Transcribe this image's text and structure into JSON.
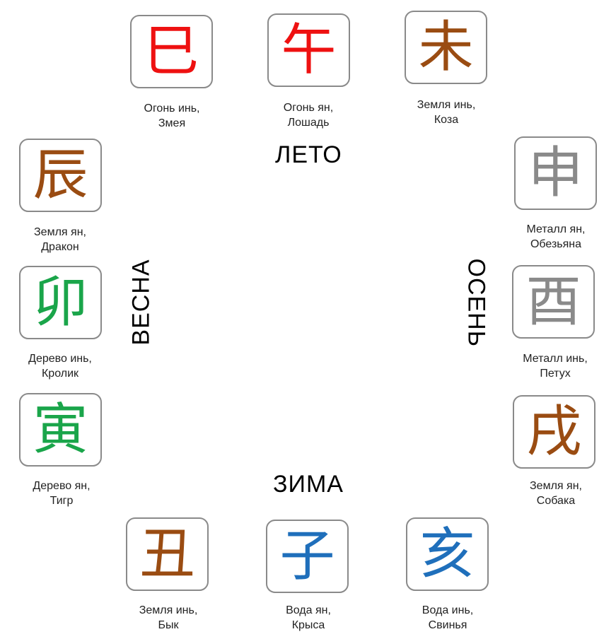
{
  "colors": {
    "fire": "#ee1111",
    "earth": "#9a4c12",
    "metal": "#8a8a8a",
    "wood": "#1aa54a",
    "water": "#1f6fbb",
    "border": "#8a8a8a"
  },
  "seasons": {
    "summer": "ЛЕТО",
    "autumn": "ОСЕНЬ",
    "winter": "ЗИМА",
    "spring": "ВЕСНА"
  },
  "branches": [
    {
      "id": "si",
      "glyph": "巳",
      "element": "fire",
      "line1": "Огонь инь,",
      "line2": "Змея"
    },
    {
      "id": "wu",
      "glyph": "午",
      "element": "fire",
      "line1": "Огонь ян,",
      "line2": "Лошадь"
    },
    {
      "id": "wei",
      "glyph": "未",
      "element": "earth",
      "line1": "Земля инь,",
      "line2": "Коза"
    },
    {
      "id": "shen",
      "glyph": "申",
      "element": "metal",
      "line1": "Металл ян,",
      "line2": "Обезьяна"
    },
    {
      "id": "you",
      "glyph": "酉",
      "element": "metal",
      "line1": "Металл инь,",
      "line2": "Петух"
    },
    {
      "id": "xu",
      "glyph": "戌",
      "element": "earth",
      "line1": "Земля ян,",
      "line2": "Собака"
    },
    {
      "id": "hai",
      "glyph": "亥",
      "element": "water",
      "line1": "Вода инь,",
      "line2": "Свинья"
    },
    {
      "id": "zi",
      "glyph": "子",
      "element": "water",
      "line1": "Вода ян,",
      "line2": "Крыса"
    },
    {
      "id": "chou",
      "glyph": "丑",
      "element": "earth",
      "line1": "Земля инь,",
      "line2": "Бык"
    },
    {
      "id": "yin",
      "glyph": "寅",
      "element": "wood",
      "line1": "Дерево ян,",
      "line2": "Тигр"
    },
    {
      "id": "mao",
      "glyph": "卯",
      "element": "wood",
      "line1": "Дерево инь,",
      "line2": "Кролик"
    },
    {
      "id": "chen",
      "glyph": "辰",
      "element": "earth",
      "line1": "Земля ян,",
      "line2": "Дракон"
    }
  ]
}
